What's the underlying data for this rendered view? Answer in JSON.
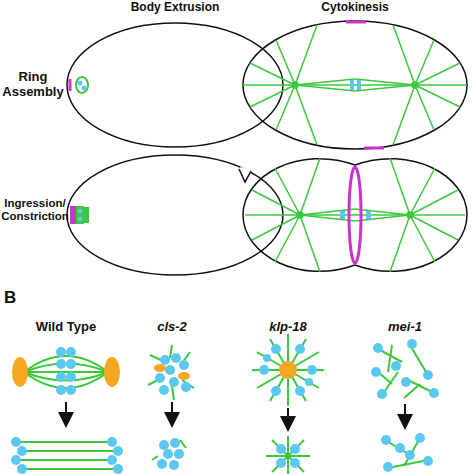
{
  "diagram": {
    "labels": [
      "Body Extrusion",
      "Cytokinesis",
      "Ring Assembly",
      "Ingression/ Constriction",
      "B",
      "Wild Type",
      "cls-2",
      "klp-18",
      "mei-1"
    ]
  }
}
